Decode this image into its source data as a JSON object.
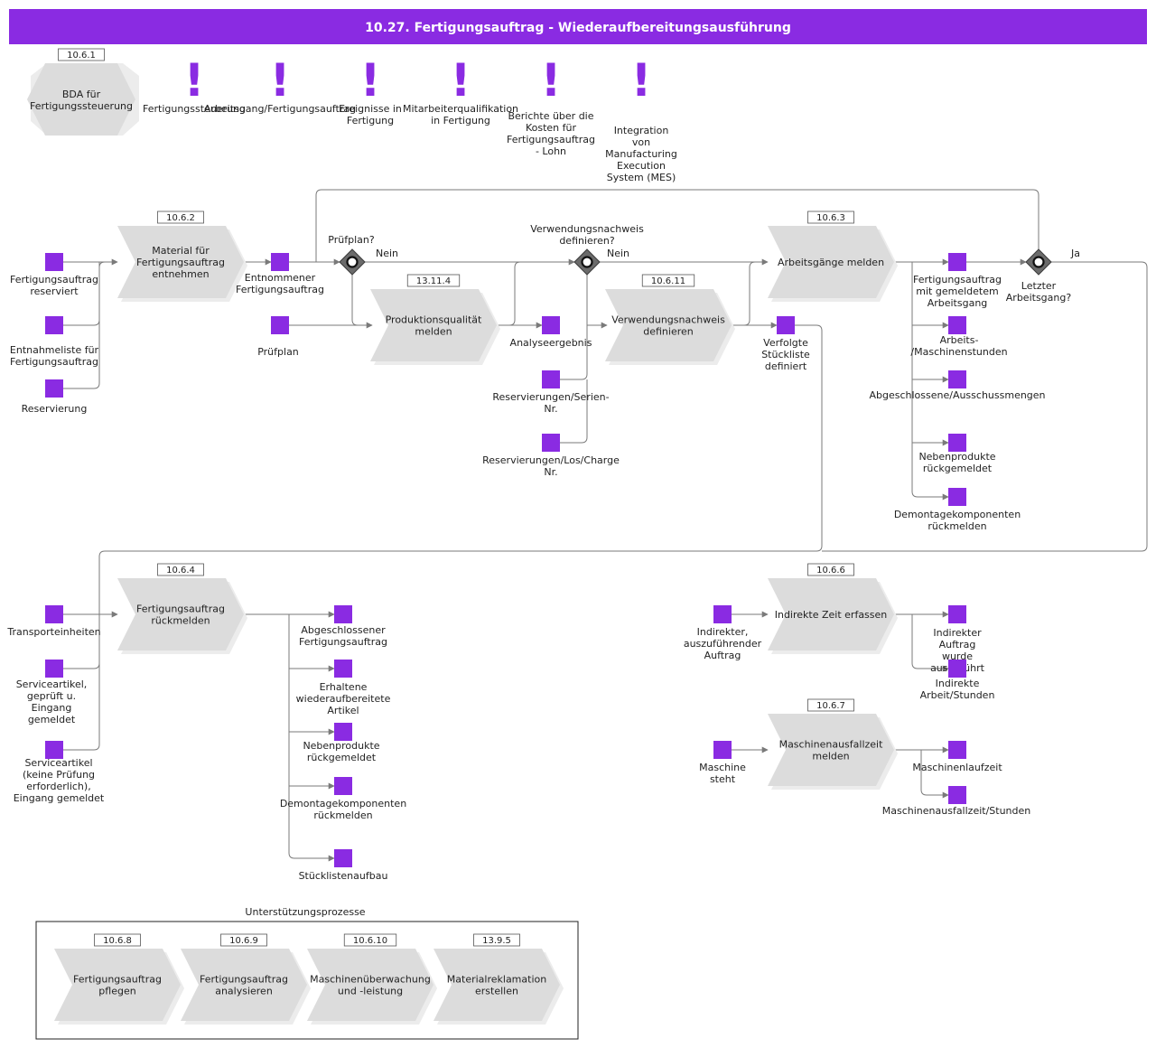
{
  "title": "10.27. Fertigungsauftrag - Wiederaufbereitungsausführung",
  "colors": {
    "accent": "#8a2be2",
    "process": "#dcdcdc",
    "gateway": "#6b6b6b"
  },
  "bda": {
    "ref": "10.6.1",
    "label": [
      "BDA für",
      "Fertigungssteuerung"
    ]
  },
  "alerts": [
    [
      "Fertigungssteuerung"
    ],
    [
      "Arbeitsgang/Fertigungsauftrag"
    ],
    [
      "Ereignisse in",
      "Fertigung"
    ],
    [
      "Mitarbeiterqualifikation",
      "in Fertigung"
    ],
    [
      "Berichte über die",
      "Kosten für",
      "Fertigungsauftrag",
      "- Lohn"
    ],
    [
      "Integration",
      "von",
      "Manufacturing",
      "Execution",
      "System (MES)"
    ]
  ],
  "processes": [
    {
      "ref": "10.6.2",
      "label": [
        "Material für",
        "Fertigungsauftrag",
        "entnehmen"
      ]
    },
    {
      "ref": "13.11.4",
      "label": [
        "Produktionsqualität",
        "melden"
      ]
    },
    {
      "ref": "10.6.11",
      "label": [
        "Verwendungsnachweis",
        "definieren"
      ]
    },
    {
      "ref": "10.6.3",
      "label": [
        "Arbeitsgänge melden"
      ]
    },
    {
      "ref": "10.6.4",
      "label": [
        "Fertigungsauftrag",
        "rückmelden"
      ]
    },
    {
      "ref": "10.6.6",
      "label": [
        "Indirekte Zeit erfassen"
      ]
    },
    {
      "ref": "10.6.7",
      "label": [
        "Maschinenausfallzeit",
        "melden"
      ]
    }
  ],
  "gateways": [
    {
      "label": [
        "Prüfplan?"
      ],
      "branch": "Nein"
    },
    {
      "label": [
        "Verwendungsnachweis",
        "definieren?"
      ],
      "branch": "Nein"
    },
    {
      "label": [
        "Letzter",
        "Arbeitsgang?"
      ],
      "branch": "Ja"
    }
  ],
  "data_objects": [
    [
      "Fertigungsauftrag",
      "reserviert"
    ],
    [
      "Entnahmeliste für",
      "Fertigungsauftrag"
    ],
    [
      "Reservierung"
    ],
    [
      "Entnommener",
      "Fertigungsauftrag"
    ],
    [
      "Prüfplan"
    ],
    [
      "Analyseergebnis"
    ],
    [
      "Reservierungen/Serien-",
      "Nr."
    ],
    [
      "Reservierungen/Los/Charge",
      "Nr."
    ],
    [
      "Verfolgte",
      "Stückliste",
      "definiert"
    ],
    [
      "Fertigungsauftrag",
      "mit gemeldetem",
      "Arbeitsgang"
    ],
    [
      "Arbeits-",
      "/Maschinenstunden"
    ],
    [
      "Abgeschlossene/Ausschussmengen"
    ],
    [
      "Nebenprodukte",
      "rückgemeldet"
    ],
    [
      "Demontagekomponenten",
      "rückmelden"
    ],
    [
      "Transporteinheiten"
    ],
    [
      "Serviceartikel,",
      "geprüft u.",
      "Eingang",
      "gemeldet"
    ],
    [
      "Serviceartikel",
      "(keine Prüfung",
      "erforderlich),",
      "Eingang gemeldet"
    ],
    [
      "Abgeschlossener",
      "Fertigungsauftrag"
    ],
    [
      "Erhaltene",
      "wiederaufbereitete",
      "Artikel"
    ],
    [
      "Nebenprodukte",
      "rückgemeldet"
    ],
    [
      "Demontagekomponenten",
      "rückmelden"
    ],
    [
      "Stücklistenaufbau"
    ],
    [
      "Indirekter,",
      "auszuführender",
      "Auftrag"
    ],
    [
      "Indirekter",
      "Auftrag",
      "wurde",
      "ausgeführt"
    ],
    [
      "Indirekte",
      "Arbeit/Stunden"
    ],
    [
      "Maschine",
      "steht"
    ],
    [
      "Maschinenlaufzeit"
    ],
    [
      "Maschinenausfallzeit/Stunden"
    ]
  ],
  "support": {
    "title": "Unterstützungsprozesse",
    "processes": [
      {
        "ref": "10.6.8",
        "label": [
          "Fertigungsauftrag",
          "pflegen"
        ]
      },
      {
        "ref": "10.6.9",
        "label": [
          "Fertigungsauftrag",
          "analysieren"
        ]
      },
      {
        "ref": "10.6.10",
        "label": [
          "Maschinenüberwachung",
          "und -leistung"
        ]
      },
      {
        "ref": "13.9.5",
        "label": [
          "Materialreklamation",
          "erstellen"
        ]
      }
    ]
  }
}
